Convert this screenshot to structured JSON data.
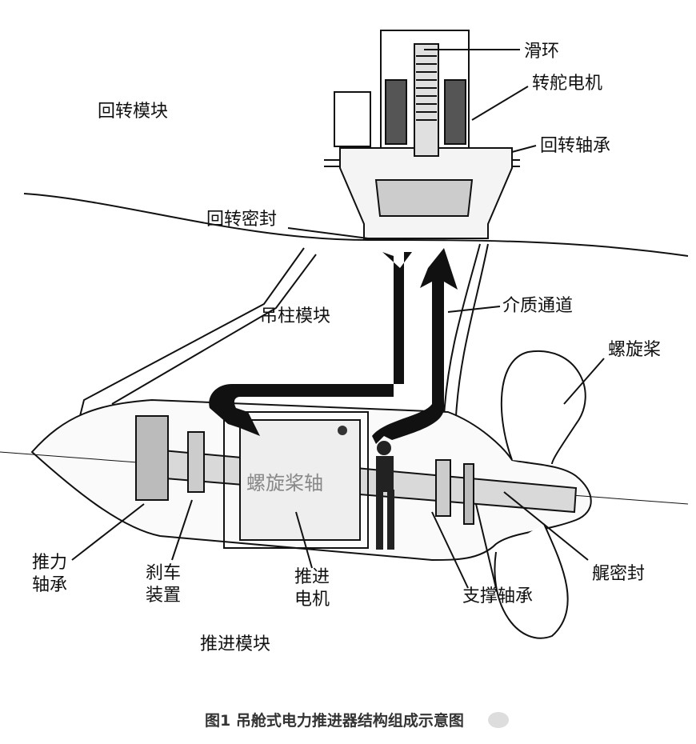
{
  "labels": {
    "slip_ring": "滑环",
    "steering_motor": "转舵电机",
    "slewing_bearing": "回转轴承",
    "slewing_module": "回转模块",
    "slewing_seal": "回转密封",
    "strut_module": "吊柱模块",
    "medium_channel": "介质通道",
    "propeller": "螺旋桨",
    "propeller_shaft": "螺旋桨轴",
    "thrust_bearing": "推力轴承",
    "brake_device": "刹车装置",
    "propulsion_motor": "推进电机",
    "support_bearing": "支撑轴承",
    "stern_seal": "艉密封",
    "propulsion_module": "推进模块"
  },
  "caption": "图1 吊舱式电力推进器结构组成示意图",
  "colors": {
    "line": "#111111",
    "fill": "#d9d9d9",
    "arrow": "#111111"
  }
}
